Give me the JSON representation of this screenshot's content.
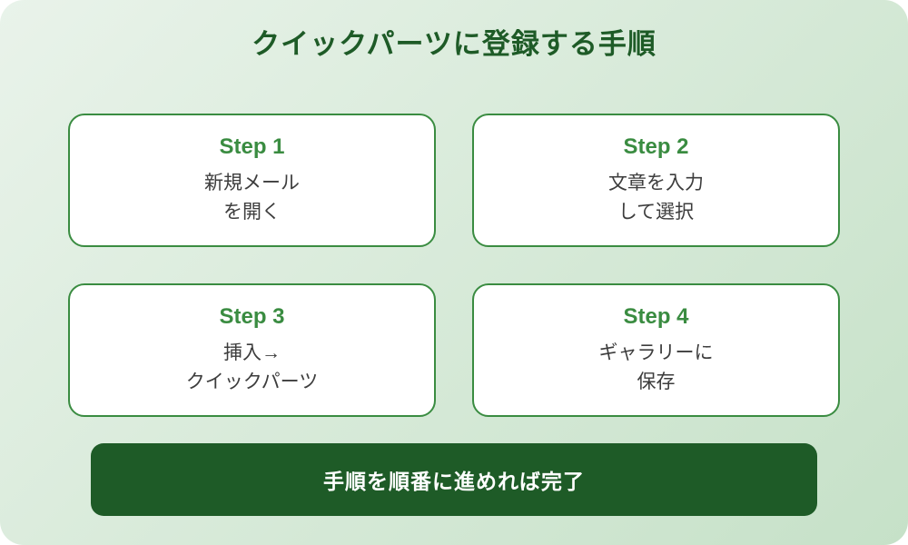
{
  "page": {
    "title": "クイックパーツに登録する手順"
  },
  "steps": [
    {
      "label": "Step 1",
      "line1": "新規メール",
      "line2": "を開く"
    },
    {
      "label": "Step 2",
      "line1": "文章を入力",
      "line2": "して選択"
    },
    {
      "label": "Step 3",
      "line1": "挿入→",
      "line2": "クイックパーツ"
    },
    {
      "label": "Step 4",
      "line1": "ギャラリーに",
      "line2": "保存"
    }
  ],
  "footer": {
    "text": "手順を順番に進めれば完了"
  },
  "colors": {
    "bg_gradient_start": "#e9f3ea",
    "bg_gradient_end": "#c6e1c8",
    "accent_green": "#3a8c41",
    "dark_green": "#1e5b27",
    "body_text": "#3d3d3d",
    "card_bg": "#ffffff",
    "banner_text": "#ffffff"
  }
}
